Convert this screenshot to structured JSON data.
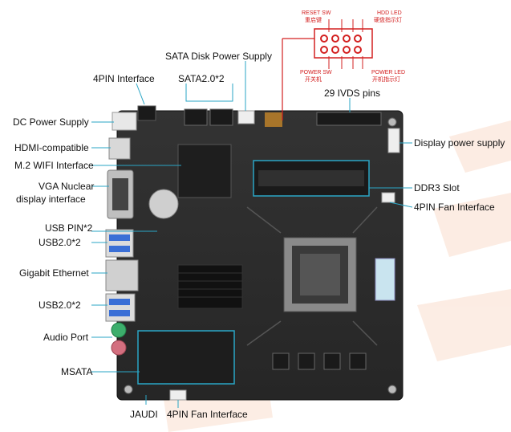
{
  "labels": {
    "sata_power": "SATA Disk Power Supply",
    "pin4_interface": "4PIN Interface",
    "sata2": "SATA2.0*2",
    "dc_power": "DC Power Supply",
    "hdmi": "HDMI-compatible",
    "m2_wifi": "M.2 WIFI Interface",
    "vga_line1": "VGA Nuclear",
    "vga_line2": "display interface",
    "usb_pin": "USB PIN*2",
    "usb2_top": "USB2.0*2",
    "gigabit": "Gigabit Ethernet",
    "usb2_bottom": "USB2.0*2",
    "audio": "Audio Port",
    "msata": "MSATA",
    "jaudi": "JAUDI",
    "fan_bottom": "4PIN Fan Interface",
    "lvds": "29 IVDS pins",
    "display_power": "Display power supply",
    "ddr3": "DDR3 Slot",
    "fan_right": "4PIN Fan Interface"
  },
  "front_panel": {
    "reset_en": "RESET SW",
    "reset_cn": "重启键",
    "hdd_en": "HDD LED",
    "hdd_cn": "硬盘指示灯",
    "power_sw_en": "POWER SW",
    "power_sw_cn": "开关机",
    "power_led_en": "POWER LED",
    "power_led_cn": "开机指示灯"
  },
  "colors": {
    "board": "#2c2c2c",
    "leader": "#2aa6c6",
    "red": "#d32020",
    "accent": "#e96a1f"
  }
}
